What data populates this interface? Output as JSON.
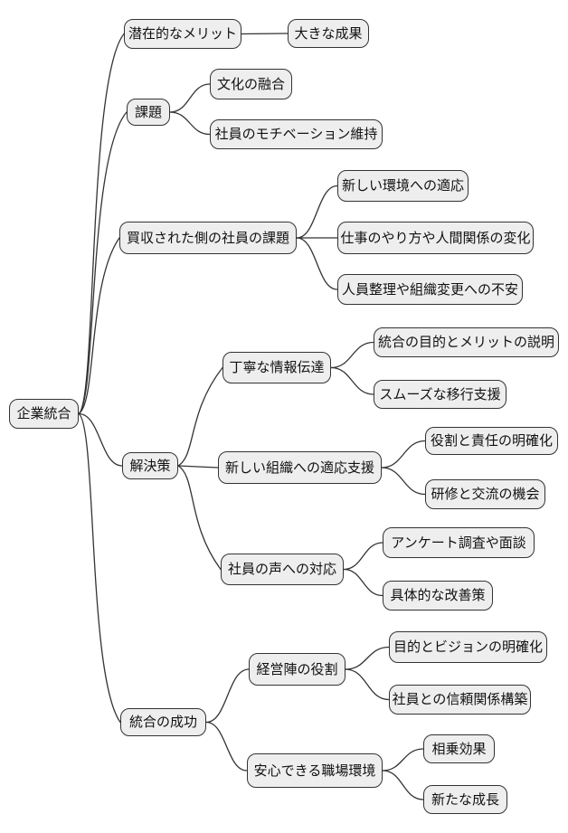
{
  "diagram": {
    "type": "mindmap",
    "root": {
      "label": "企業統合",
      "children": [
        {
          "label": "潜在的なメリット",
          "children": [
            {
              "label": "大きな成果"
            }
          ]
        },
        {
          "label": "課題",
          "children": [
            {
              "label": "文化の融合"
            },
            {
              "label": "社員のモチベーション維持"
            }
          ]
        },
        {
          "label": "買収された側の社員の課題",
          "children": [
            {
              "label": "新しい環境への適応"
            },
            {
              "label": "仕事のやり方や人間関係の変化"
            },
            {
              "label": "人員整理や組織変更への不安"
            }
          ]
        },
        {
          "label": "解決策",
          "children": [
            {
              "label": "丁寧な情報伝達",
              "children": [
                {
                  "label": "統合の目的とメリットの説明"
                },
                {
                  "label": "スムーズな移行支援"
                }
              ]
            },
            {
              "label": "新しい組織への適応支援",
              "children": [
                {
                  "label": "役割と責任の明確化"
                },
                {
                  "label": "研修と交流の機会"
                }
              ]
            },
            {
              "label": "社員の声への対応",
              "children": [
                {
                  "label": "アンケート調査や面談"
                },
                {
                  "label": "具体的な改善策"
                }
              ]
            }
          ]
        },
        {
          "label": "統合の成功",
          "children": [
            {
              "label": "経営陣の役割",
              "children": [
                {
                  "label": "目的とビジョンの明確化"
                },
                {
                  "label": "社員との信頼関係構築"
                }
              ]
            },
            {
              "label": "安心できる職場環境",
              "children": [
                {
                  "label": "相乗効果"
                },
                {
                  "label": "新たな成長"
                }
              ]
            }
          ]
        }
      ]
    },
    "colors": {
      "node_fill": "#eeeeee",
      "node_border": "#333333",
      "edge": "#333333",
      "text": "#111111",
      "background": "#ffffff"
    }
  }
}
